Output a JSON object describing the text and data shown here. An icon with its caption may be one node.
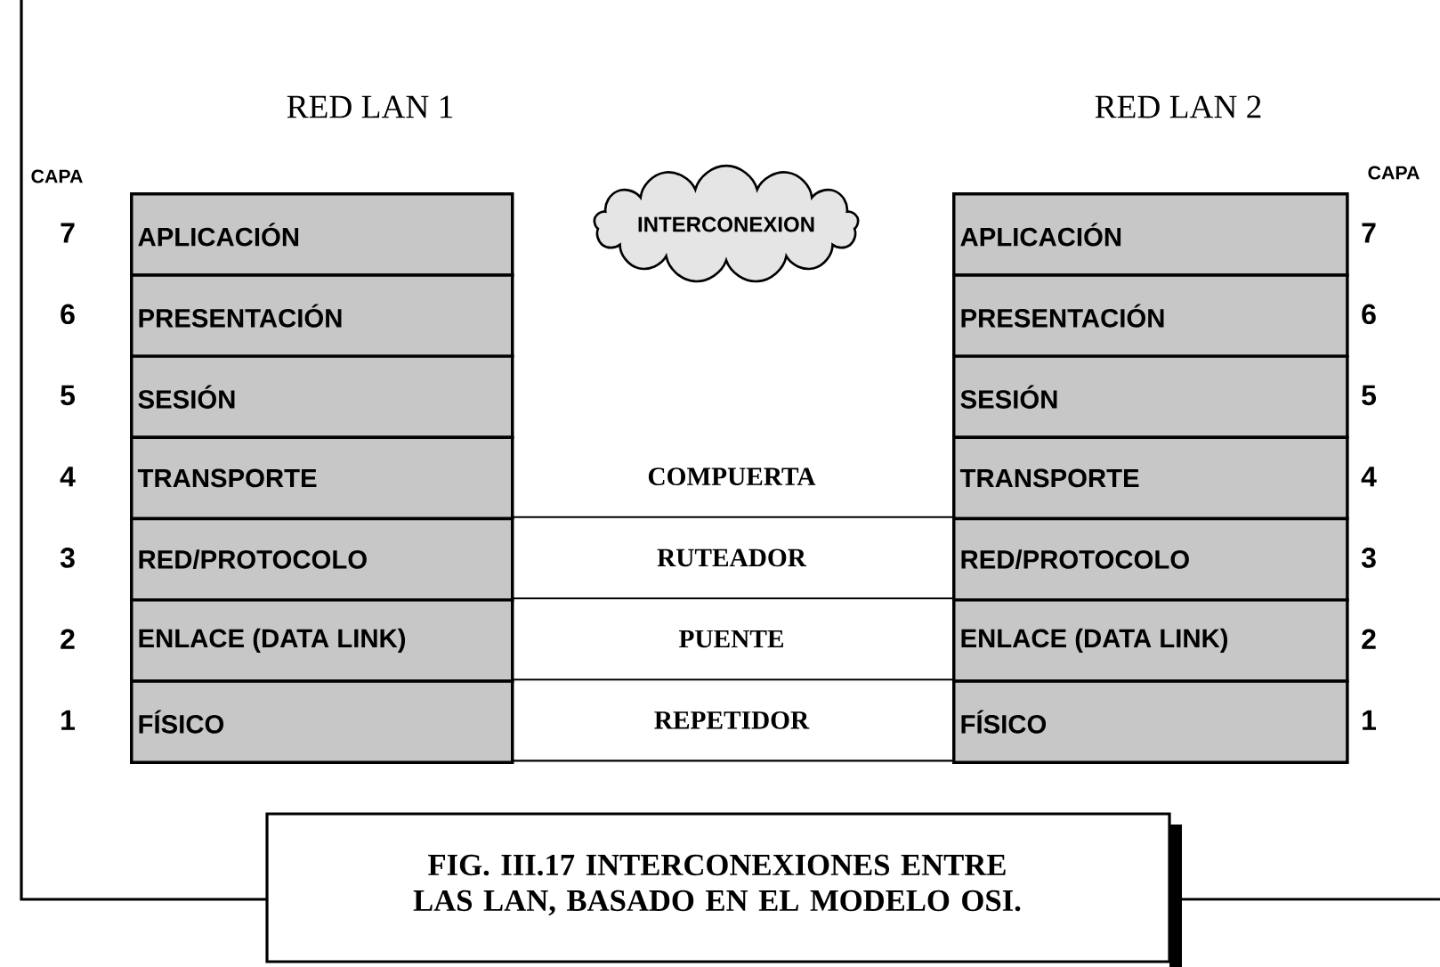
{
  "diagram": {
    "caption": "FIG. III.17  INTERCONEXIONES ENTRE LAS LAN, BASADO EN EL MODELO OSI.",
    "nodes": [
      {
        "text": [
          "APLICACIÓN"
        ]
      },
      {
        "text": [
          "PRESENTACIÓN"
        ]
      },
      {
        "text": [
          "SESIÓN"
        ]
      },
      {
        "text": [
          "TRANSPORTE"
        ]
      },
      {
        "text": [
          "RED/PROTOCOLO"
        ]
      },
      {
        "text": [
          "ENLACE (DATA LINK)"
        ]
      },
      {
        "text": [
          "FÍSICO"
        ]
      },
      {
        "text": [
          "INTERCONEXION"
        ]
      },
      {
        "text": [
          "APLICACIÓN"
        ]
      },
      {
        "text": [
          "PRESENTACIÓN"
        ]
      },
      {
        "text": [
          "SESIÓN"
        ]
      },
      {
        "text": [
          "TRANSPORTE"
        ]
      },
      {
        "text": [
          "RED/PROTOCOLO"
        ]
      },
      {
        "text": [
          "ENLACE (DATA LINK)"
        ]
      },
      {
        "text": [
          "FÍSICO"
        ]
      },
      {
        "text": [
          "COMPUERTA"
        ]
      },
      {
        "text": [
          "RUTEADOR"
        ]
      },
      {
        "text": [
          "PUENTE"
        ]
      },
      {
        "text": [
          "REPETIDOR"
        ]
      }
    ],
    "labels": [
      "RED LAN 1",
      "RED LAN 2",
      "CAPA",
      "7",
      "6",
      "5",
      "4",
      "3",
      "2",
      "1",
      "CAPA",
      "7",
      "6",
      "5",
      "4",
      "3",
      "2",
      "1"
    ]
  }
}
